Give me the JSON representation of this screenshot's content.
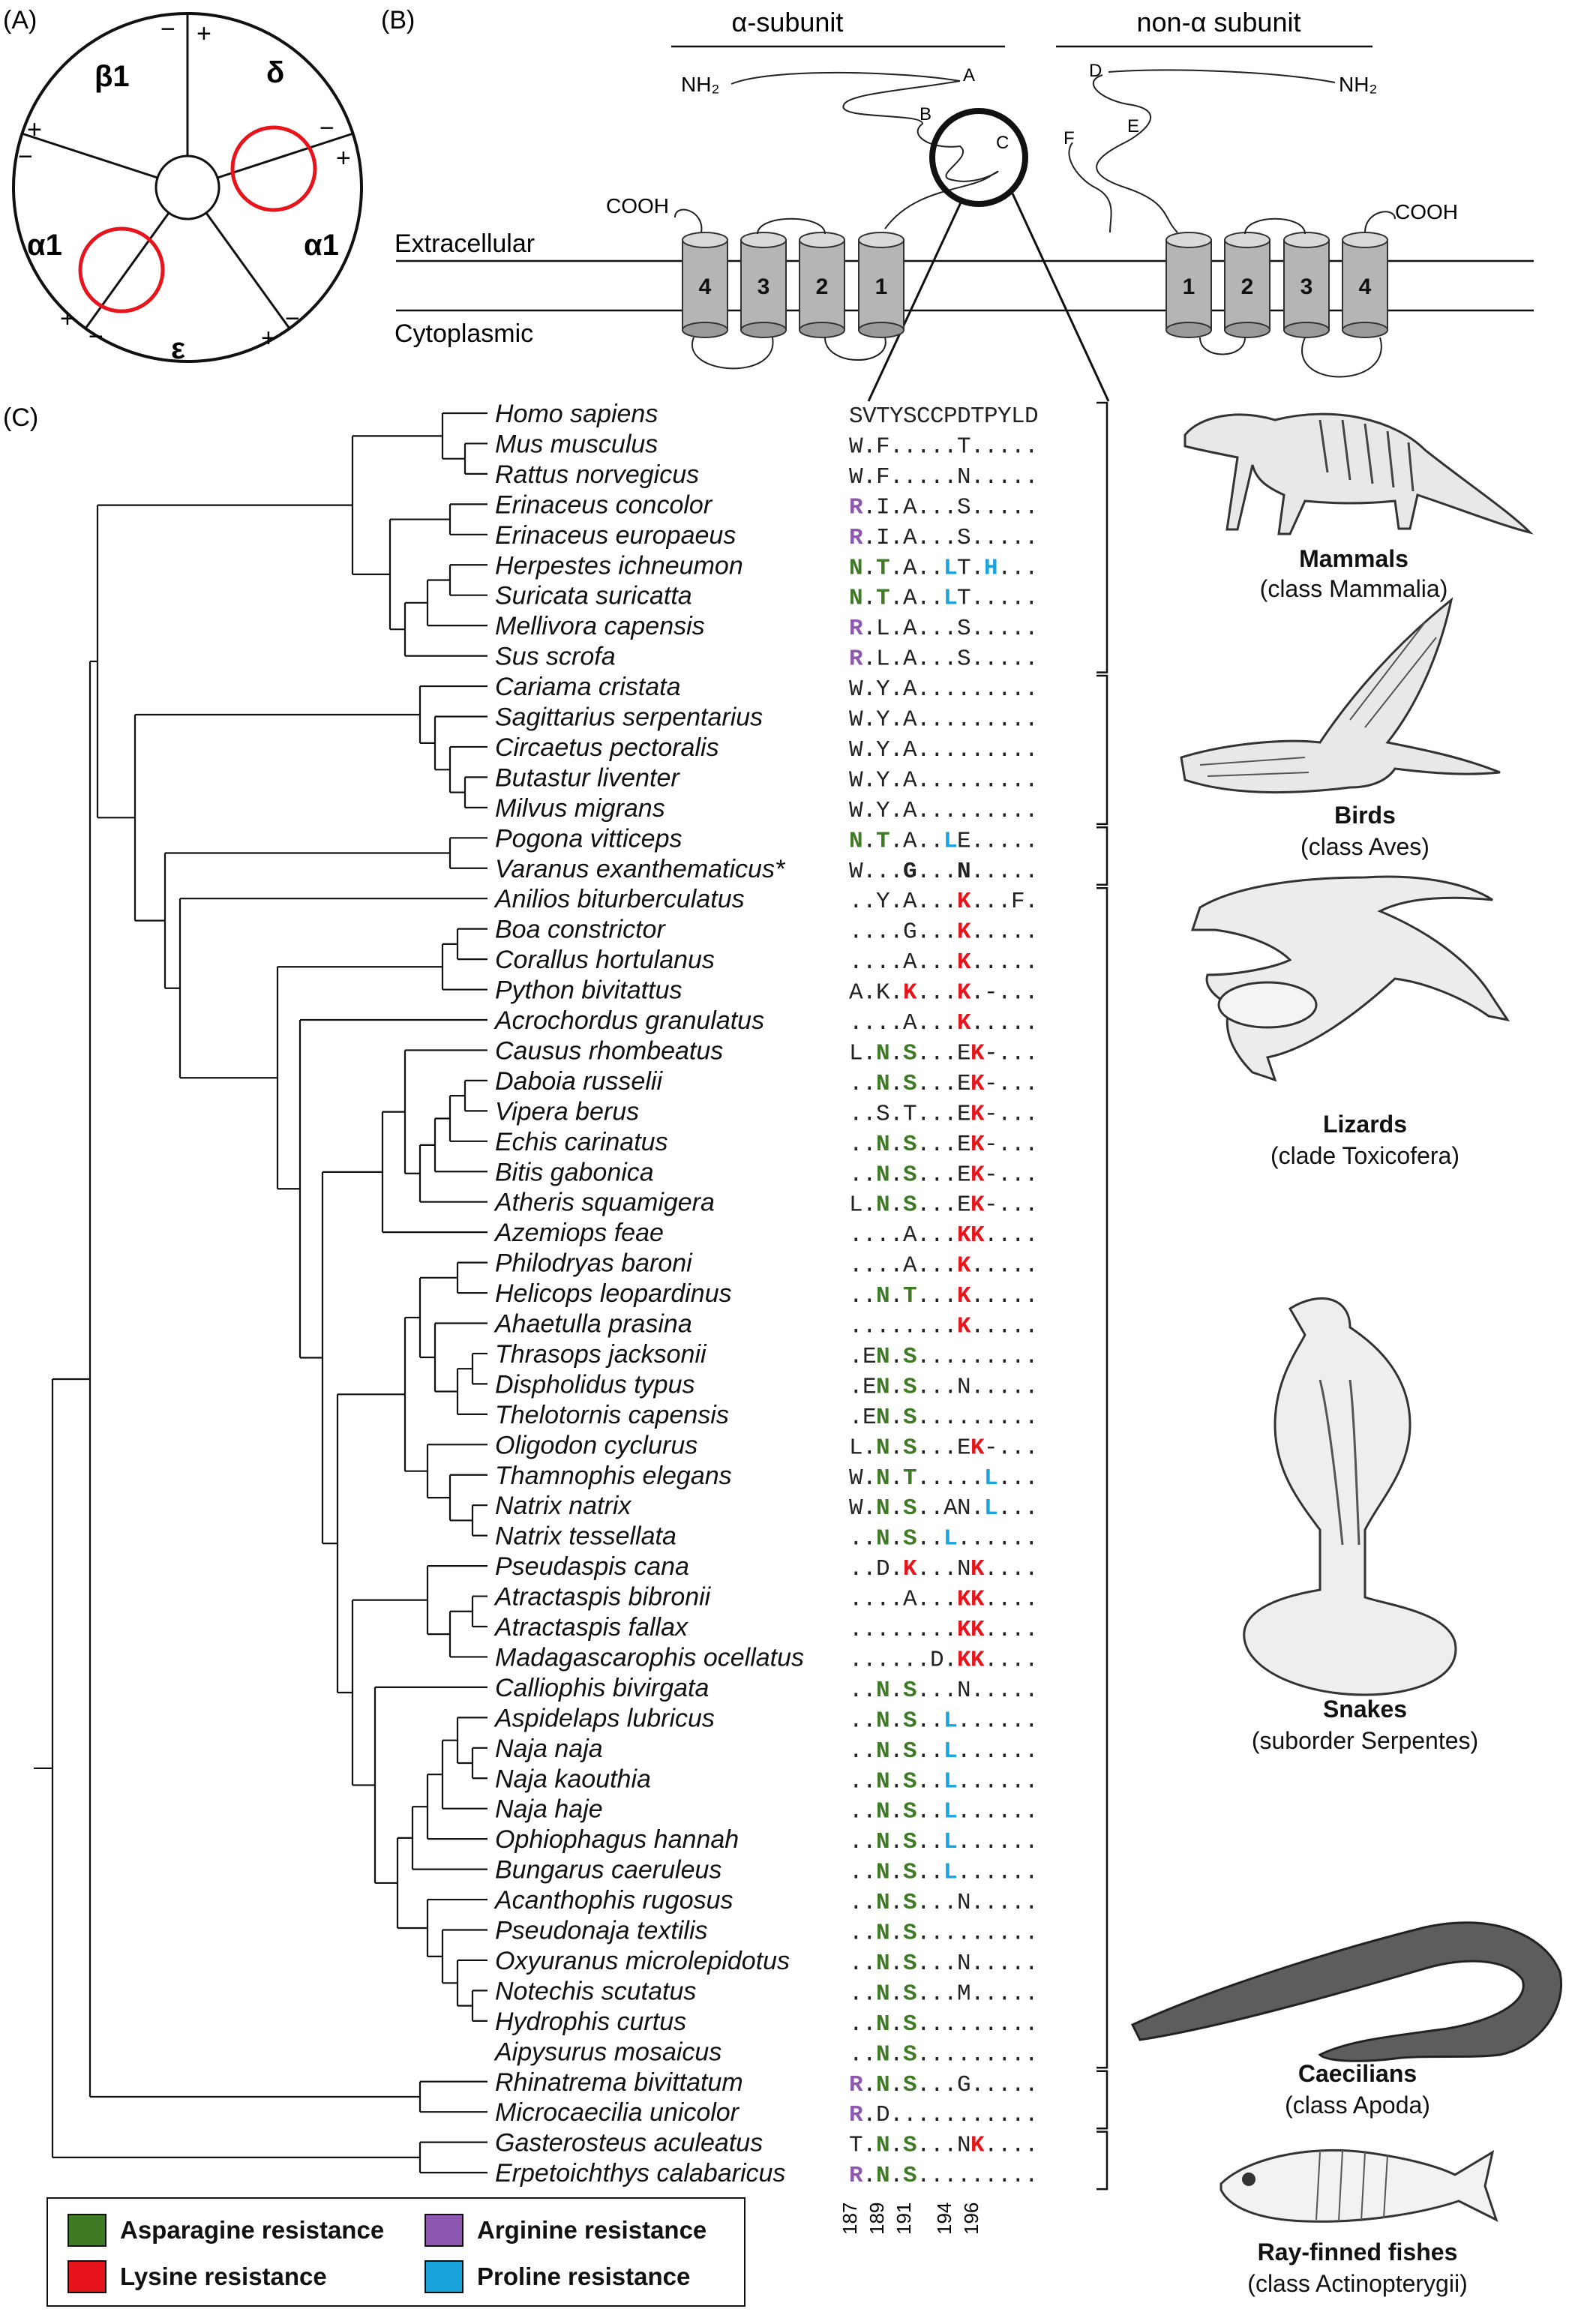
{
  "panels": {
    "a": "(A)",
    "b": "(B)",
    "c": "(C)"
  },
  "panel_a": {
    "subunits": [
      "β1",
      "δ",
      "α1",
      "ε",
      "α1"
    ],
    "signs": [
      "−",
      "+",
      "−",
      "+",
      "−",
      "+",
      "−",
      "+",
      "−",
      "+"
    ]
  },
  "panel_b": {
    "alpha_subunit": "α-subunit",
    "non_alpha_subunit": "non-α subunit",
    "nh2": "NH₂",
    "cooh": "COOH",
    "loops_alpha": [
      "A",
      "B",
      "C"
    ],
    "loops_non_alpha": [
      "D",
      "E",
      "F"
    ],
    "extracellular": "Extracellular",
    "cytoplasmic": "Cytoplasmic",
    "helices_alpha": [
      "4",
      "3",
      "2",
      "1"
    ],
    "helices_non_alpha": [
      "1",
      "2",
      "3",
      "4"
    ]
  },
  "reference_sequence": "SVTYSCCPDTPYLD",
  "colors": {
    "asparagine": "#3f7a25",
    "lysine": "#e8141b",
    "arginine": "#8e57b0",
    "proline": "#1aa3dc"
  },
  "taxa": [
    {
      "name": "Homo sapiens",
      "seq": "SVTYSCCPDTPYLD"
    },
    {
      "name": "Mus musculus",
      "seq": "W.F.....T....."
    },
    {
      "name": "Rattus norvegicus",
      "seq": "W.F.....N....."
    },
    {
      "name": "Erinaceus concolor",
      "seq": "R.I.A...S....."
    },
    {
      "name": "Erinaceus europaeus",
      "seq": "R.I.A...S....."
    },
    {
      "name": "Herpestes ichneumon",
      "seq": "N.T.A..LT.H..."
    },
    {
      "name": "Suricata suricatta",
      "seq": "N.T.A..LT....."
    },
    {
      "name": "Mellivora capensis",
      "seq": "R.L.A...S....."
    },
    {
      "name": "Sus scrofa",
      "seq": "R.L.A...S....."
    },
    {
      "name": "Cariama cristata",
      "seq": "W.Y.A........."
    },
    {
      "name": "Sagittarius serpentarius",
      "seq": "W.Y.A........."
    },
    {
      "name": "Circaetus pectoralis",
      "seq": "W.Y.A........."
    },
    {
      "name": "Butastur liventer",
      "seq": "W.Y.A........."
    },
    {
      "name": "Milvus migrans",
      "seq": "W.Y.A........."
    },
    {
      "name": "Pogona vitticeps",
      "seq": "N.T.A..LE....."
    },
    {
      "name": "Varanus exanthematicus*",
      "seq": "W...G...N....."
    },
    {
      "name": "Anilios biturberculatus",
      "seq": "..Y.A...K...F."
    },
    {
      "name": "Boa constrictor",
      "seq": "....G...K....."
    },
    {
      "name": "Corallus hortulanus",
      "seq": "....A...K....."
    },
    {
      "name": "Python bivitattus",
      "seq": "A.K.K...K.-..."
    },
    {
      "name": "Acrochordus granulatus",
      "seq": "....A...K....."
    },
    {
      "name": "Causus rhombeatus",
      "seq": "L.N.S...EK-..."
    },
    {
      "name": "Daboia russelii",
      "seq": "..N.S...EK-..."
    },
    {
      "name": "Vipera berus",
      "seq": "..S.T...EK-..."
    },
    {
      "name": "Echis carinatus",
      "seq": "..N.S...EK-..."
    },
    {
      "name": "Bitis gabonica",
      "seq": "..N.S...EK-..."
    },
    {
      "name": "Atheris squamigera",
      "seq": "L.N.S...EK-..."
    },
    {
      "name": "Azemiops feae",
      "seq": "....A...KK...."
    },
    {
      "name": "Philodryas baroni",
      "seq": "....A...K....."
    },
    {
      "name": "Helicops leopardinus",
      "seq": "..N.T...K....."
    },
    {
      "name": "Ahaetulla prasina",
      "seq": "........K....."
    },
    {
      "name": "Thrasops jacksonii",
      "seq": ".EN.S........."
    },
    {
      "name": "Dispholidus typus",
      "seq": ".EN.S...N....."
    },
    {
      "name": "Thelotornis capensis",
      "seq": ".EN.S........."
    },
    {
      "name": "Oligodon cyclurus",
      "seq": "L.N.S...EK-..."
    },
    {
      "name": "Thamnophis elegans",
      "seq": "W.N.T.....L..."
    },
    {
      "name": "Natrix natrix",
      "seq": "W.N.S..AN.L..."
    },
    {
      "name": "Natrix tessellata",
      "seq": "..N.S..L......"
    },
    {
      "name": "Pseudaspis cana",
      "seq": "..D.K...NK...."
    },
    {
      "name": "Atractaspis bibronii",
      "seq": "....A...KK...."
    },
    {
      "name": "Atractaspis fallax",
      "seq": "........KK...."
    },
    {
      "name": "Madagascarophis ocellatus",
      "seq": "......D.KK...."
    },
    {
      "name": "Calliophis bivirgata",
      "seq": "..N.S...N....."
    },
    {
      "name": "Aspidelaps lubricus",
      "seq": "..N.S..L......"
    },
    {
      "name": "Naja naja",
      "seq": "..N.S..L......"
    },
    {
      "name": "Naja kaouthia",
      "seq": "..N.S..L......"
    },
    {
      "name": "Naja haje",
      "seq": "..N.S..L......"
    },
    {
      "name": "Ophiophagus hannah",
      "seq": "..N.S..L......"
    },
    {
      "name": "Bungarus caeruleus",
      "seq": "..N.S..L......"
    },
    {
      "name": "Acanthophis rugosus",
      "seq": "..N.S...N....."
    },
    {
      "name": "Pseudonaja textilis",
      "seq": "..N.S........."
    },
    {
      "name": "Oxyuranus microlepidotus",
      "seq": "..N.S...N....."
    },
    {
      "name": "Notechis scutatus",
      "seq": "..N.S...M....."
    },
    {
      "name": "Hydrophis curtus",
      "seq": "..N.S........."
    },
    {
      "name": "Aipysurus mosaicus",
      "seq": "..N.S........."
    },
    {
      "name": "Rhinatrema bivittatum",
      "seq": "R.N.S...G....."
    },
    {
      "name": "Microcaecilia unicolor",
      "seq": "R.D..........."
    },
    {
      "name": "Gasterosteus aculeatus",
      "seq": "T.N.S...NK...."
    },
    {
      "name": "Erpetoichthys calabaricus",
      "seq": "R.N.S........."
    }
  ],
  "highlights": [
    {
      "row": 3,
      "col": 0,
      "type": "arginine"
    },
    {
      "row": 4,
      "col": 0,
      "type": "arginine"
    },
    {
      "row": 5,
      "col": 0,
      "type": "asparagine"
    },
    {
      "row": 5,
      "col": 2,
      "type": "asparagine"
    },
    {
      "row": 5,
      "col": 7,
      "type": "proline"
    },
    {
      "row": 5,
      "col": 10,
      "type": "proline"
    },
    {
      "row": 6,
      "col": 0,
      "type": "asparagine"
    },
    {
      "row": 6,
      "col": 2,
      "type": "asparagine"
    },
    {
      "row": 6,
      "col": 7,
      "type": "proline"
    },
    {
      "row": 7,
      "col": 0,
      "type": "arginine"
    },
    {
      "row": 8,
      "col": 0,
      "type": "arginine"
    },
    {
      "row": 14,
      "col": 0,
      "type": "asparagine"
    },
    {
      "row": 14,
      "col": 2,
      "type": "asparagine"
    },
    {
      "row": 14,
      "col": 7,
      "type": "proline"
    },
    {
      "row": 15,
      "col": 4,
      "type": "bold"
    },
    {
      "row": 15,
      "col": 8,
      "type": "bold"
    },
    {
      "row": 16,
      "col": 8,
      "type": "lysine"
    },
    {
      "row": 17,
      "col": 8,
      "type": "lysine"
    },
    {
      "row": 18,
      "col": 8,
      "type": "lysine"
    },
    {
      "row": 19,
      "col": 4,
      "type": "lysine"
    },
    {
      "row": 19,
      "col": 8,
      "type": "lysine"
    },
    {
      "row": 20,
      "col": 8,
      "type": "lysine"
    },
    {
      "row": 21,
      "col": 2,
      "type": "asparagine"
    },
    {
      "row": 21,
      "col": 4,
      "type": "asparagine"
    },
    {
      "row": 21,
      "col": 9,
      "type": "lysine"
    },
    {
      "row": 22,
      "col": 2,
      "type": "asparagine"
    },
    {
      "row": 22,
      "col": 4,
      "type": "asparagine"
    },
    {
      "row": 22,
      "col": 9,
      "type": "lysine"
    },
    {
      "row": 23,
      "col": 9,
      "type": "lysine"
    },
    {
      "row": 24,
      "col": 2,
      "type": "asparagine"
    },
    {
      "row": 24,
      "col": 4,
      "type": "asparagine"
    },
    {
      "row": 24,
      "col": 9,
      "type": "lysine"
    },
    {
      "row": 25,
      "col": 2,
      "type": "asparagine"
    },
    {
      "row": 25,
      "col": 4,
      "type": "asparagine"
    },
    {
      "row": 25,
      "col": 9,
      "type": "lysine"
    },
    {
      "row": 26,
      "col": 2,
      "type": "asparagine"
    },
    {
      "row": 26,
      "col": 4,
      "type": "asparagine"
    },
    {
      "row": 26,
      "col": 9,
      "type": "lysine"
    },
    {
      "row": 27,
      "col": 8,
      "type": "lysine"
    },
    {
      "row": 27,
      "col": 9,
      "type": "lysine"
    },
    {
      "row": 28,
      "col": 8,
      "type": "lysine"
    },
    {
      "row": 29,
      "col": 2,
      "type": "asparagine"
    },
    {
      "row": 29,
      "col": 4,
      "type": "asparagine"
    },
    {
      "row": 29,
      "col": 8,
      "type": "lysine"
    },
    {
      "row": 30,
      "col": 8,
      "type": "lysine"
    },
    {
      "row": 31,
      "col": 2,
      "type": "asparagine"
    },
    {
      "row": 31,
      "col": 4,
      "type": "asparagine"
    },
    {
      "row": 32,
      "col": 2,
      "type": "asparagine"
    },
    {
      "row": 32,
      "col": 4,
      "type": "asparagine"
    },
    {
      "row": 33,
      "col": 2,
      "type": "asparagine"
    },
    {
      "row": 33,
      "col": 4,
      "type": "asparagine"
    },
    {
      "row": 34,
      "col": 2,
      "type": "asparagine"
    },
    {
      "row": 34,
      "col": 4,
      "type": "asparagine"
    },
    {
      "row": 34,
      "col": 9,
      "type": "lysine"
    },
    {
      "row": 35,
      "col": 2,
      "type": "asparagine"
    },
    {
      "row": 35,
      "col": 4,
      "type": "asparagine"
    },
    {
      "row": 35,
      "col": 10,
      "type": "proline"
    },
    {
      "row": 36,
      "col": 2,
      "type": "asparagine"
    },
    {
      "row": 36,
      "col": 4,
      "type": "asparagine"
    },
    {
      "row": 36,
      "col": 10,
      "type": "proline"
    },
    {
      "row": 37,
      "col": 2,
      "type": "asparagine"
    },
    {
      "row": 37,
      "col": 4,
      "type": "asparagine"
    },
    {
      "row": 37,
      "col": 7,
      "type": "proline"
    },
    {
      "row": 38,
      "col": 4,
      "type": "lysine"
    },
    {
      "row": 38,
      "col": 9,
      "type": "lysine"
    },
    {
      "row": 39,
      "col": 8,
      "type": "lysine"
    },
    {
      "row": 39,
      "col": 9,
      "type": "lysine"
    },
    {
      "row": 40,
      "col": 8,
      "type": "lysine"
    },
    {
      "row": 40,
      "col": 9,
      "type": "lysine"
    },
    {
      "row": 41,
      "col": 8,
      "type": "lysine"
    },
    {
      "row": 41,
      "col": 9,
      "type": "lysine"
    },
    {
      "row": 42,
      "col": 2,
      "type": "asparagine"
    },
    {
      "row": 42,
      "col": 4,
      "type": "asparagine"
    },
    {
      "row": 43,
      "col": 2,
      "type": "asparagine"
    },
    {
      "row": 43,
      "col": 4,
      "type": "asparagine"
    },
    {
      "row": 43,
      "col": 7,
      "type": "proline"
    },
    {
      "row": 44,
      "col": 2,
      "type": "asparagine"
    },
    {
      "row": 44,
      "col": 4,
      "type": "asparagine"
    },
    {
      "row": 44,
      "col": 7,
      "type": "proline"
    },
    {
      "row": 45,
      "col": 2,
      "type": "asparagine"
    },
    {
      "row": 45,
      "col": 4,
      "type": "asparagine"
    },
    {
      "row": 45,
      "col": 7,
      "type": "proline"
    },
    {
      "row": 46,
      "col": 2,
      "type": "asparagine"
    },
    {
      "row": 46,
      "col": 4,
      "type": "asparagine"
    },
    {
      "row": 46,
      "col": 7,
      "type": "proline"
    },
    {
      "row": 47,
      "col": 2,
      "type": "asparagine"
    },
    {
      "row": 47,
      "col": 4,
      "type": "asparagine"
    },
    {
      "row": 47,
      "col": 7,
      "type": "proline"
    },
    {
      "row": 48,
      "col": 2,
      "type": "asparagine"
    },
    {
      "row": 48,
      "col": 4,
      "type": "asparagine"
    },
    {
      "row": 48,
      "col": 7,
      "type": "proline"
    },
    {
      "row": 49,
      "col": 2,
      "type": "asparagine"
    },
    {
      "row": 49,
      "col": 4,
      "type": "asparagine"
    },
    {
      "row": 50,
      "col": 2,
      "type": "asparagine"
    },
    {
      "row": 50,
      "col": 4,
      "type": "asparagine"
    },
    {
      "row": 51,
      "col": 2,
      "type": "asparagine"
    },
    {
      "row": 51,
      "col": 4,
      "type": "asparagine"
    },
    {
      "row": 52,
      "col": 2,
      "type": "asparagine"
    },
    {
      "row": 52,
      "col": 4,
      "type": "asparagine"
    },
    {
      "row": 53,
      "col": 2,
      "type": "asparagine"
    },
    {
      "row": 53,
      "col": 4,
      "type": "asparagine"
    },
    {
      "row": 54,
      "col": 2,
      "type": "asparagine"
    },
    {
      "row": 54,
      "col": 4,
      "type": "asparagine"
    },
    {
      "row": 55,
      "col": 0,
      "type": "arginine"
    },
    {
      "row": 55,
      "col": 2,
      "type": "asparagine"
    },
    {
      "row": 55,
      "col": 4,
      "type": "asparagine"
    },
    {
      "row": 56,
      "col": 0,
      "type": "arginine"
    },
    {
      "row": 57,
      "col": 2,
      "type": "asparagine"
    },
    {
      "row": 57,
      "col": 4,
      "type": "asparagine"
    },
    {
      "row": 57,
      "col": 9,
      "type": "lysine"
    },
    {
      "row": 58,
      "col": 0,
      "type": "arginine"
    },
    {
      "row": 58,
      "col": 2,
      "type": "asparagine"
    },
    {
      "row": 58,
      "col": 4,
      "type": "asparagine"
    }
  ],
  "positions": [
    "187",
    "189",
    "191",
    "194",
    "196"
  ],
  "groups": [
    {
      "name": "Mammals",
      "sub": "(class Mammalia)"
    },
    {
      "name": "Birds",
      "sub": "(class Aves)"
    },
    {
      "name": "Lizards",
      "sub": "(clade Toxicofera)"
    },
    {
      "name": "Snakes",
      "sub": "(suborder Serpentes)"
    },
    {
      "name": "Caecilians",
      "sub": "(class Apoda)"
    },
    {
      "name": "Ray-finned fishes",
      "sub": "(class Actinopterygii)"
    }
  ],
  "legend": {
    "asparagine": "Asparagine resistance",
    "lysine": "Lysine resistance",
    "arginine": "Arginine resistance",
    "proline": "Proline resistance"
  }
}
